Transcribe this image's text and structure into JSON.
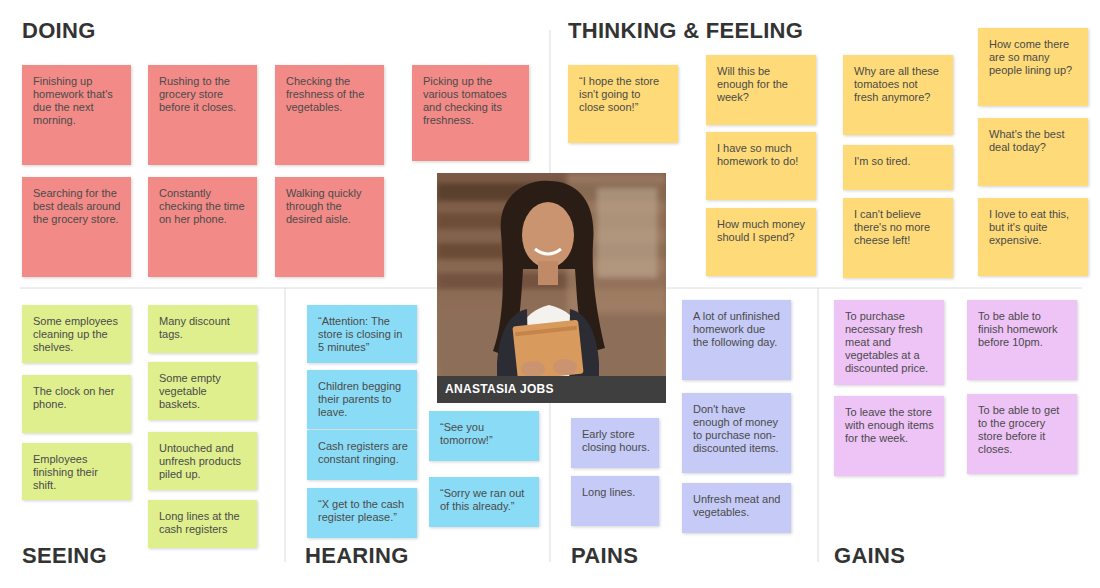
{
  "diagram": {
    "nodes": [
      {
        "text": [
          "Finishing up homework that's due the next morning."
        ]
      },
      {
        "text": [
          "Rushing to the grocery store before it closes."
        ]
      },
      {
        "text": [
          "Checking the freshness of the vegetables."
        ]
      },
      {
        "text": [
          "Picking up the various tomatoes and checking its freshness."
        ]
      },
      {
        "text": [
          "Searching for the best deals around the grocery store."
        ]
      },
      {
        "text": [
          "Constantly checking the time on her phone."
        ]
      },
      {
        "text": [
          "Walking quickly through the desired aisle."
        ]
      },
      {
        "text": [
          "“I hope the store isn't going to close soon!”"
        ]
      },
      {
        "text": [
          "Will this be enough for the week?"
        ]
      },
      {
        "text": [
          "I have so much homework to do!"
        ]
      },
      {
        "text": [
          "How much money should I spend?"
        ]
      },
      {
        "text": [
          "Why are all these tomatoes not fresh anymore?"
        ]
      },
      {
        "text": [
          "I'm so tired."
        ]
      },
      {
        "text": [
          "I can't believe there's no more cheese left!"
        ]
      },
      {
        "text": [
          "How come there are so many people lining up?"
        ]
      },
      {
        "text": [
          "What's the best deal today?"
        ]
      },
      {
        "text": [
          "I love to eat this, but it's quite expensive."
        ]
      },
      {
        "text": [
          "ANASTASIA JOBS"
        ]
      },
      {
        "text": [
          "Some employees cleaning up the shelves."
        ]
      },
      {
        "text": [
          "The clock on her phone."
        ]
      },
      {
        "text": [
          "Employees finishing their shift."
        ]
      },
      {
        "text": [
          "Many discount tags."
        ]
      },
      {
        "text": [
          "Some empty vegetable baskets."
        ]
      },
      {
        "text": [
          "Untouched and unfresh products piled up."
        ]
      },
      {
        "text": [
          "Long lines at the cash registers"
        ]
      },
      {
        "text": [
          "“Attention: The store is closing in 5 minutes”"
        ]
      },
      {
        "text": [
          "Children begging their parents to leave."
        ]
      },
      {
        "text": [
          "Cash registers are constant ringing."
        ]
      },
      {
        "text": [
          "“X get to the cash register please.”"
        ]
      },
      {
        "text": [
          "“See you tomorrow!”"
        ]
      },
      {
        "text": [
          "“Sorry we ran out of this already.”"
        ]
      },
      {
        "text": [
          "Early store closing hours."
        ]
      },
      {
        "text": [
          "Long lines."
        ]
      },
      {
        "text": [
          "A lot of unfinished homework due the following day."
        ]
      },
      {
        "text": [
          "Don't have enough of money to purchase non-discounted items."
        ]
      },
      {
        "text": [
          "Unfresh meat and vegetables."
        ]
      },
      {
        "text": [
          "To purchase necessary fresh meat and vegetables at a discounted price."
        ]
      },
      {
        "text": [
          "To leave the store with enough items for the week."
        ]
      },
      {
        "text": [
          "To be able to finish homework before 10pm."
        ]
      },
      {
        "text": [
          "To be able to get to the grocery store before it closes."
        ]
      }
    ],
    "labels": [
      "DOING",
      "THINKING & FEELING",
      "SEEING",
      "HEARING",
      "PAINS",
      "GAINS"
    ]
  }
}
